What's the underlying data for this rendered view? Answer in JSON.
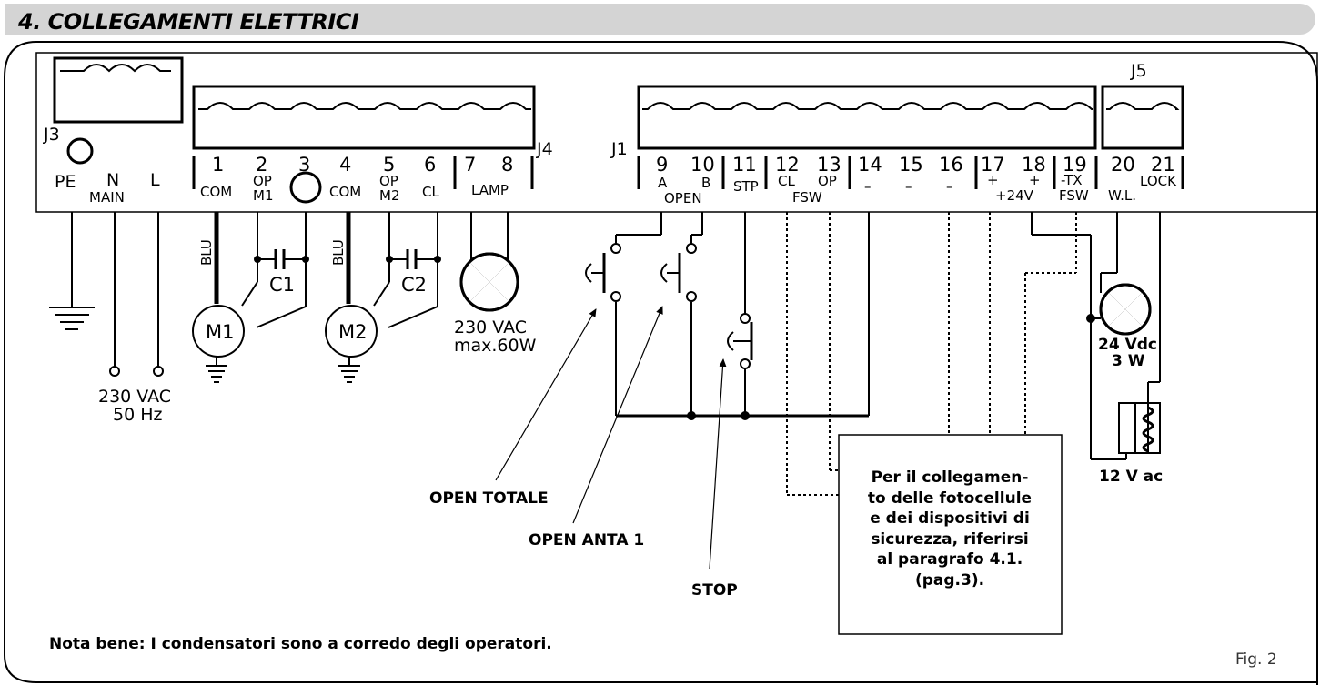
{
  "header": {
    "title": "4. COLLEGAMENTI ELETTRICI"
  },
  "connectors": {
    "j3": "J3",
    "j4": "J4",
    "j1": "J1",
    "j5": "J5"
  },
  "power": {
    "pe": "PE",
    "n": "N",
    "l": "L",
    "main": "MAIN",
    "supply_voltage": "230 VAC",
    "supply_freq": "50 Hz"
  },
  "j4_terminals": {
    "numbers": [
      "1",
      "2",
      "3",
      "4",
      "5",
      "6",
      "7",
      "8"
    ],
    "com1": "COM",
    "op_m1_top": "OP",
    "op_m1_bottom": "M1",
    "com2": "COM",
    "op_m2_top": "OP",
    "op_m2_bottom": "M2",
    "cl": "CL",
    "lamp": "LAMP"
  },
  "j1_terminals": {
    "numbers": [
      "9",
      "10",
      "11",
      "12",
      "13",
      "14",
      "15",
      "16",
      "17",
      "18",
      "19"
    ],
    "a": "A",
    "b": "B",
    "open": "OPEN",
    "stp": "STP",
    "cl": "CL",
    "op": "OP",
    "fsw": "FSW",
    "minus14": "–",
    "minus15": "–",
    "minus16": "–",
    "plus17": "+",
    "plus18": "+",
    "v24": "+24V",
    "tx_top": "-TX",
    "tx_bottom": "FSW"
  },
  "j5_terminals": {
    "numbers": [
      "20",
      "21"
    ],
    "wl": "W.L.",
    "lock": "LOCK"
  },
  "components": {
    "blu1": "BLU",
    "blu2": "BLU",
    "c1": "C1",
    "c2": "C2",
    "m1": "M1",
    "m2": "M2",
    "lamp_voltage": "230 VAC",
    "lamp_power": "max.60W",
    "wl_voltage": "24 Vdc",
    "wl_power": "3 W",
    "lock_voltage": "12 V ac"
  },
  "callouts": {
    "open_totale": "OPEN TOTALE",
    "open_anta": "OPEN ANTA 1",
    "stop": "STOP"
  },
  "note_box": {
    "lines": [
      "Per il collegamen-",
      "to delle fotocellule",
      "e dei dispositivi di",
      "sicurezza, riferirsi",
      "al paragrafo 4.1.",
      "(pag.3)."
    ]
  },
  "footer": {
    "note": "Nota bene: I condensatori sono a corredo degli operatori.",
    "fig": "Fig. 2"
  }
}
